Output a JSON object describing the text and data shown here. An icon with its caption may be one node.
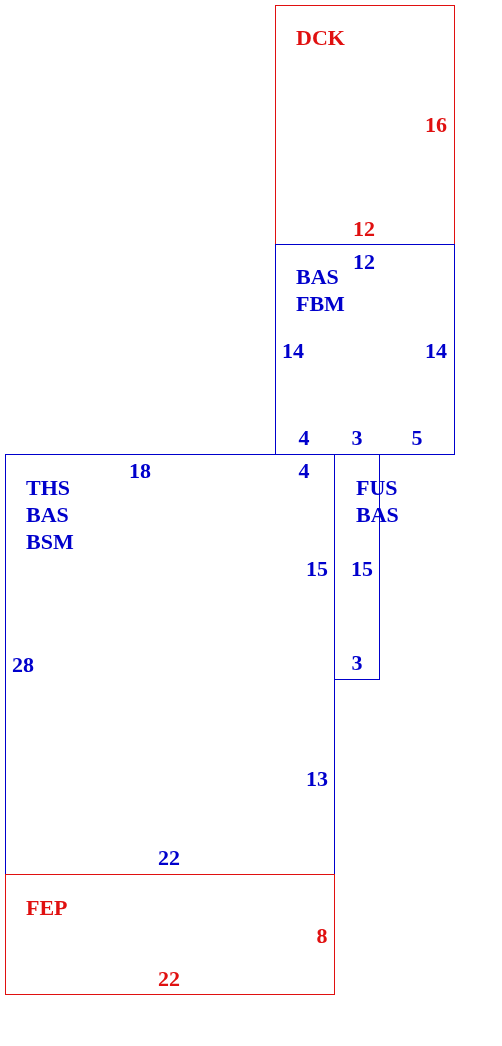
{
  "diagram": {
    "nodes": [
      {
        "text": [
          "DCK",
          "16",
          "12"
        ]
      },
      {
        "text": [
          "BAS FBM",
          "12",
          "14",
          "14",
          "4",
          "3",
          "5"
        ]
      },
      {
        "text": [
          "THS BAS BSM",
          "18",
          "4",
          "15",
          "28",
          "13",
          "22"
        ]
      },
      {
        "text": [
          "FUS BAS",
          "15",
          "3"
        ]
      },
      {
        "text": [
          "FEP",
          "8",
          "22"
        ]
      }
    ]
  }
}
